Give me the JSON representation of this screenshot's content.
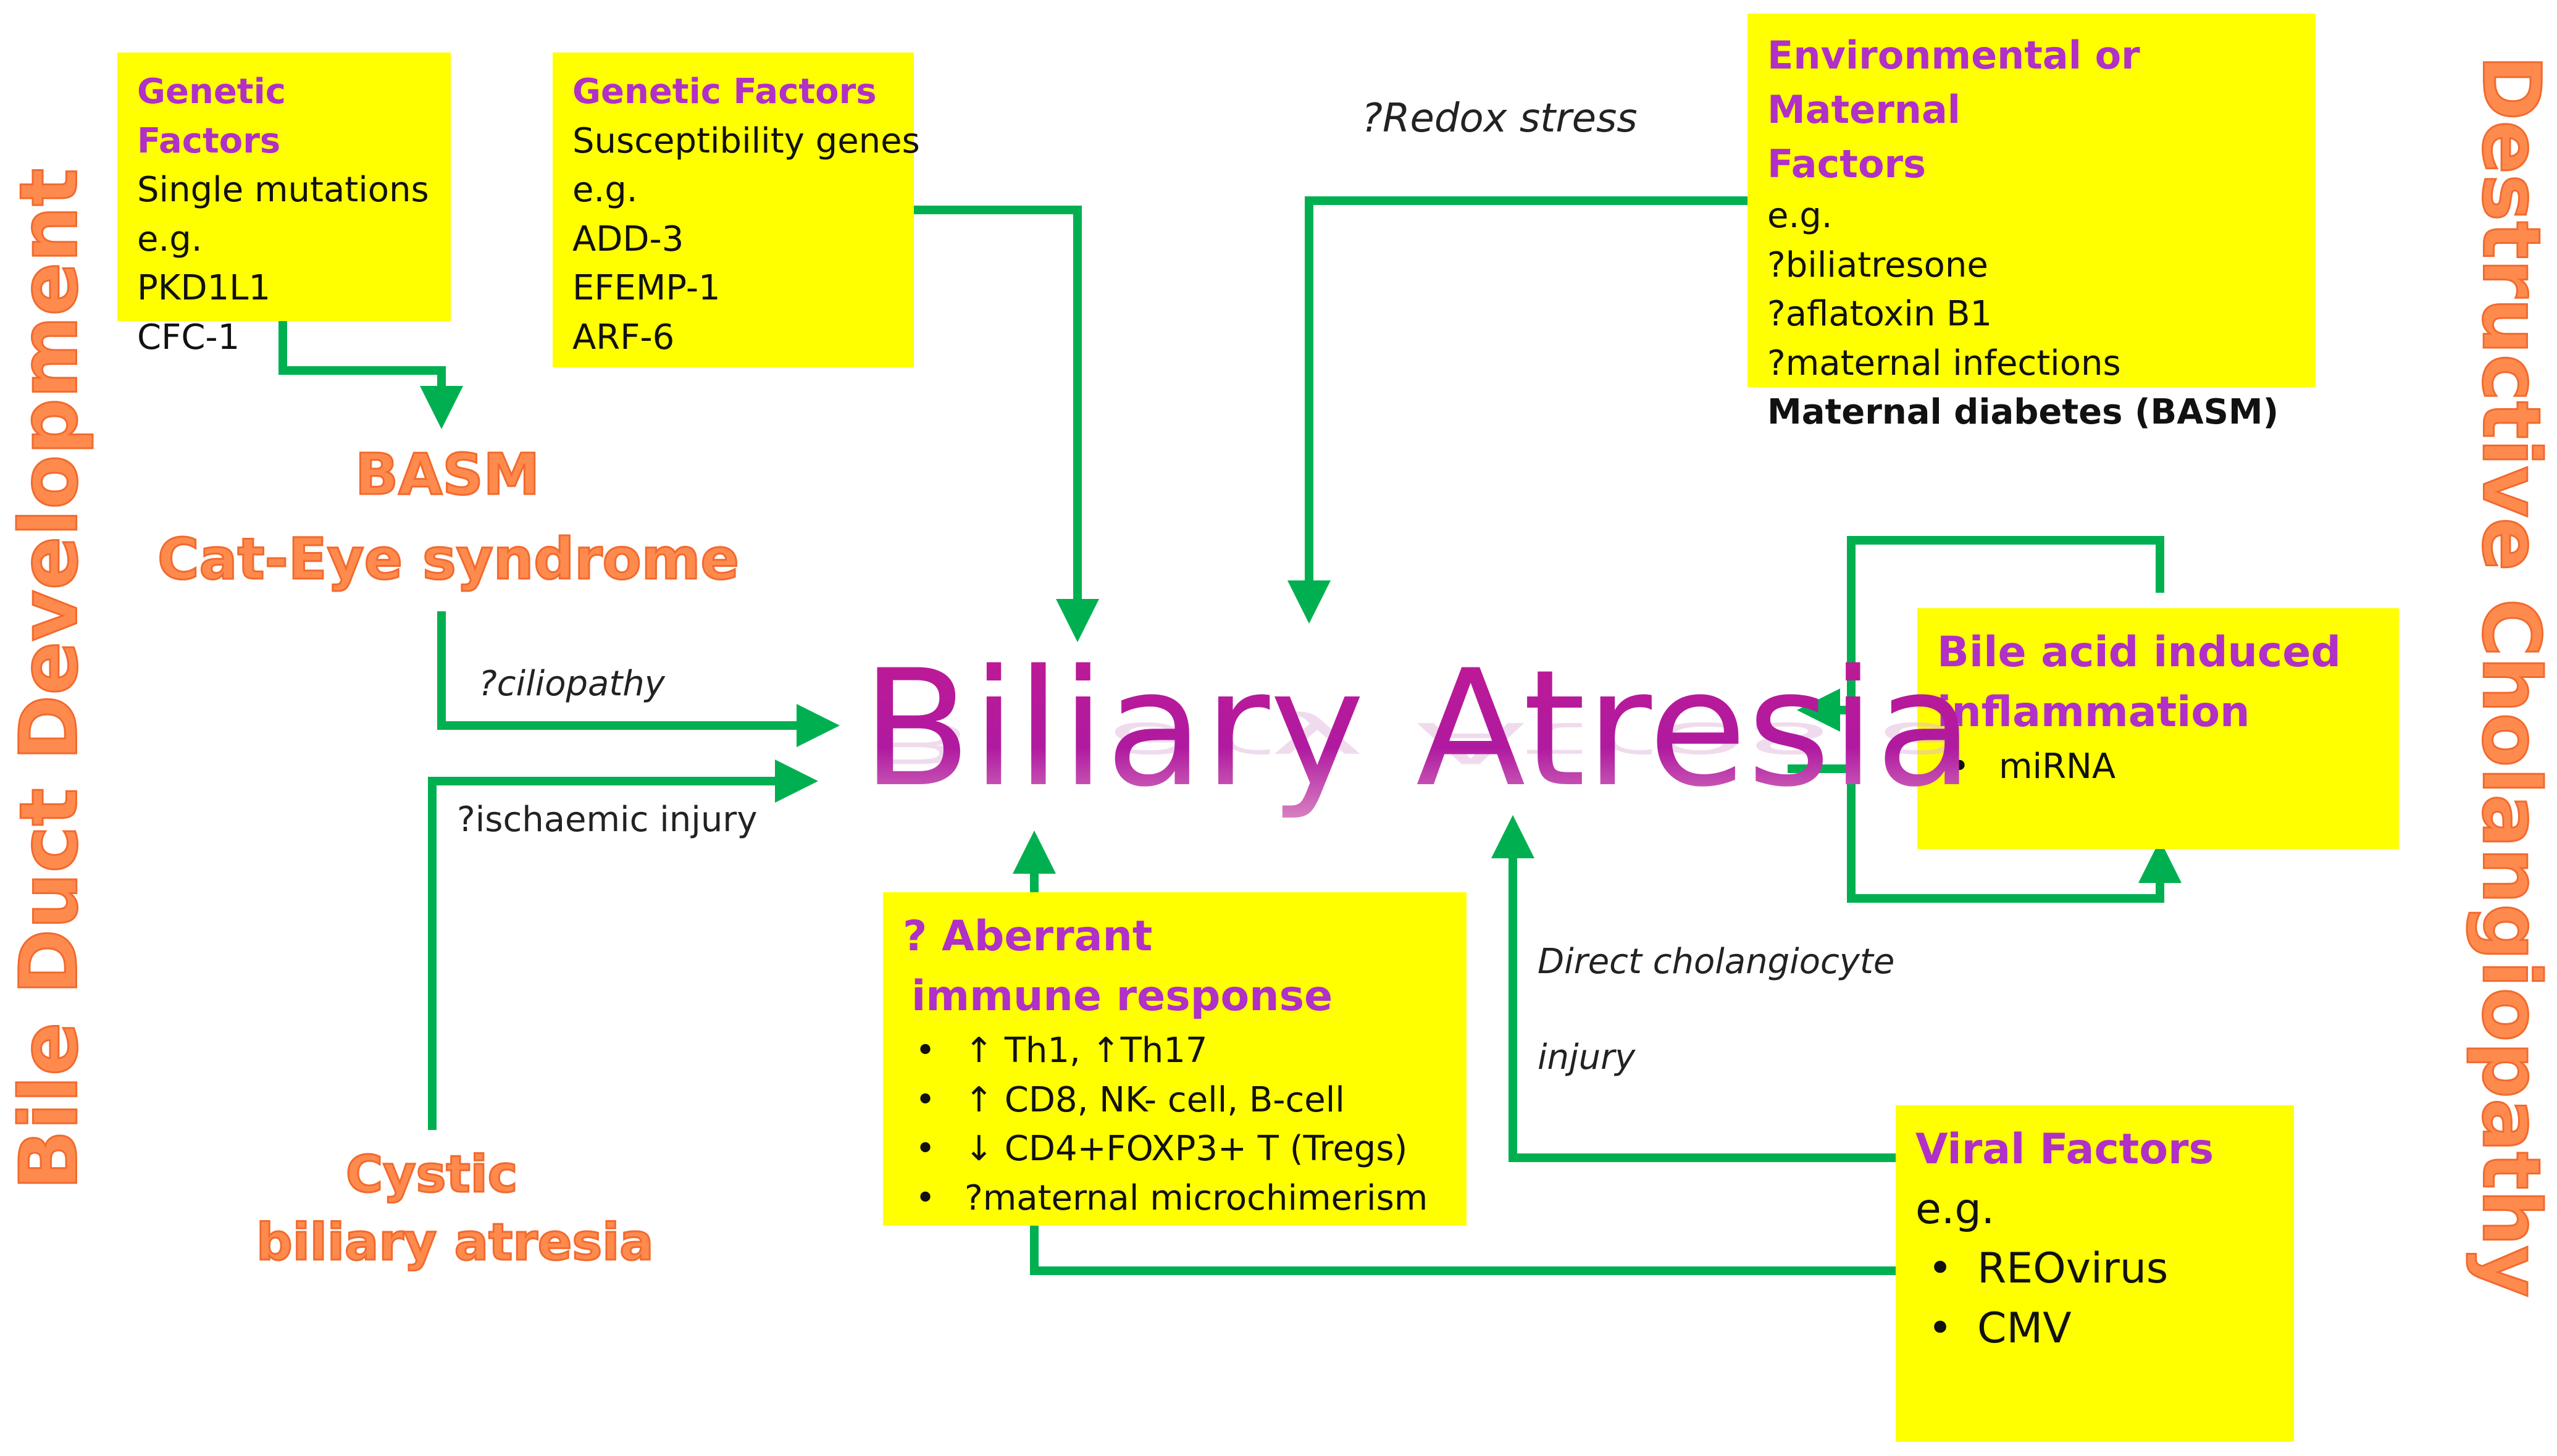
{
  "side_labels": {
    "left": "Bile Duct Development",
    "right": "Destructive Cholangiopathy"
  },
  "title": "Biliary Atresia",
  "boxes": {
    "genetic_single": {
      "heading": "Genetic Factors",
      "lines": [
        "Single mutations",
        "e.g.",
        "PKD1L1",
        "CFC-1"
      ]
    },
    "genetic_susceptibility": {
      "heading": "Genetic Factors",
      "lines": [
        "Susceptibility genes",
        "e.g.",
        "ADD-3",
        "EFEMP-1",
        "ARF-6"
      ]
    },
    "environmental": {
      "heading_1": "Environmental or Maternal",
      "heading_2": "Factors",
      "lines": [
        "e.g.",
        "?biliatresone",
        "?aflatoxin B1",
        "?maternal infections"
      ],
      "bold_line": "Maternal diabetes (BASM)"
    },
    "bile_acid": {
      "heading_1": "Bile acid induced",
      "heading_2": "inflammation",
      "bullets": [
        "miRNA"
      ]
    },
    "immune": {
      "heading_1": "? Aberrant",
      "heading_2": "immune response",
      "bullets": [
        "↑ Th1, ↑Th17",
        "↑ CD8, NK- cell, B-cell",
        "↓ CD4+FOXP3+ T (Tregs)",
        "?maternal microchimerism"
      ]
    },
    "viral": {
      "heading": "Viral Factors",
      "eg": "e.g.",
      "bullets": [
        "REOvirus",
        "CMV"
      ]
    }
  },
  "orange_labels": {
    "basm": "BASM",
    "cat_eye": "Cat-Eye syndrome",
    "cystic_1": "Cystic",
    "cystic_2": "biliary atresia"
  },
  "arrow_labels": {
    "redox": "?Redox stress",
    "ciliopathy": "?ciliopathy",
    "ischaemic": "?ischaemic injury",
    "direct_1": "Direct cholangiocyte",
    "direct_2": "injury"
  },
  "colors": {
    "box_fill": "#ffff00",
    "heading": "#b030c8",
    "arrow": "#00b050",
    "orange": "#f26a2e",
    "title": "#b51c9e"
  }
}
